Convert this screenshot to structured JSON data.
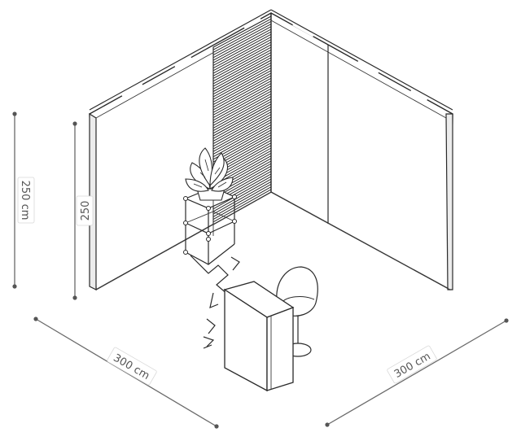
{
  "dimensions": {
    "height_outer": "250 cm",
    "height_inner": "250",
    "width_left": "300 cm",
    "width_right": "300 cm"
  },
  "colors": {
    "line": "#2a2a2a",
    "dimension": "#6a6a6a",
    "label_text": "#555555"
  }
}
